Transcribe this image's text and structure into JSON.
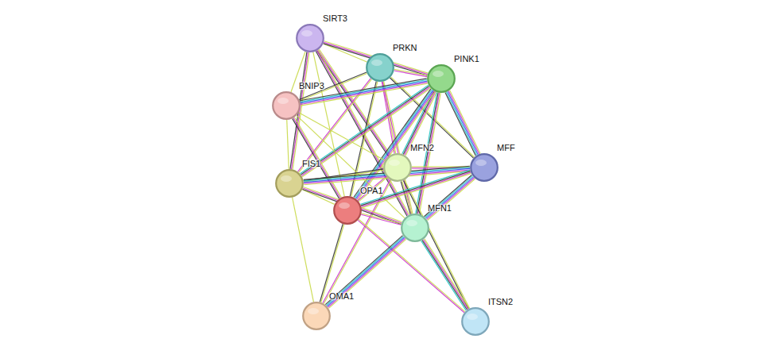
{
  "diagram": {
    "nodes": [
      {
        "text": [
          "SIRT3"
        ]
      },
      {
        "text": [
          "PRKN"
        ]
      },
      {
        "text": [
          "PINK1"
        ]
      },
      {
        "text": [
          "BNIP3"
        ]
      },
      {
        "text": [
          "MFN2"
        ]
      },
      {
        "text": [
          "MFF"
        ]
      },
      {
        "text": [
          "FIS1"
        ]
      },
      {
        "text": [
          "OPA1"
        ]
      },
      {
        "text": [
          "MFN1"
        ]
      },
      {
        "text": [
          "OMA1"
        ]
      },
      {
        "text": [
          "ITSN2"
        ]
      }
    ],
    "edges": [
      {
        "from": 0,
        "to": 1,
        "arrow": "none"
      },
      {
        "from": 0,
        "to": 2,
        "arrow": "none"
      },
      {
        "from": 0,
        "to": 3,
        "arrow": "none"
      },
      {
        "from": 0,
        "to": 6,
        "arrow": "none"
      },
      {
        "from": 0,
        "to": 7,
        "arrow": "none"
      },
      {
        "from": 0,
        "to": 4,
        "arrow": "none"
      },
      {
        "from": 0,
        "to": 8,
        "arrow": "none"
      },
      {
        "from": 1,
        "to": 2,
        "arrow": "none"
      },
      {
        "from": 1,
        "to": 3,
        "arrow": "none"
      },
      {
        "from": 1,
        "to": 4,
        "arrow": "none"
      },
      {
        "from": 1,
        "to": 8,
        "arrow": "none"
      },
      {
        "from": 1,
        "to": 7,
        "arrow": "none"
      },
      {
        "from": 1,
        "to": 6,
        "arrow": "none"
      },
      {
        "from": 1,
        "to": 5,
        "arrow": "none"
      },
      {
        "from": 2,
        "to": 3,
        "arrow": "none"
      },
      {
        "from": 2,
        "to": 4,
        "arrow": "none"
      },
      {
        "from": 2,
        "to": 8,
        "arrow": "none"
      },
      {
        "from": 2,
        "to": 7,
        "arrow": "none"
      },
      {
        "from": 2,
        "to": 6,
        "arrow": "none"
      },
      {
        "from": 2,
        "to": 5,
        "arrow": "none"
      },
      {
        "from": 3,
        "to": 6,
        "arrow": "none"
      },
      {
        "from": 3,
        "to": 7,
        "arrow": "none"
      },
      {
        "from": 3,
        "to": 4,
        "arrow": "none"
      },
      {
        "from": 3,
        "to": 8,
        "arrow": "none"
      },
      {
        "from": 4,
        "to": 5,
        "arrow": "none"
      },
      {
        "from": 4,
        "to": 6,
        "arrow": "none"
      },
      {
        "from": 4,
        "to": 7,
        "arrow": "none"
      },
      {
        "from": 4,
        "to": 8,
        "arrow": "none"
      },
      {
        "from": 4,
        "to": 10,
        "arrow": "none"
      },
      {
        "from": 4,
        "to": 9,
        "arrow": "none"
      },
      {
        "from": 5,
        "to": 6,
        "arrow": "none"
      },
      {
        "from": 5,
        "to": 7,
        "arrow": "none"
      },
      {
        "from": 5,
        "to": 8,
        "arrow": "none"
      },
      {
        "from": 6,
        "to": 7,
        "arrow": "none"
      },
      {
        "from": 6,
        "to": 8,
        "arrow": "none"
      },
      {
        "from": 6,
        "to": 9,
        "arrow": "none"
      },
      {
        "from": 7,
        "to": 8,
        "arrow": "none"
      },
      {
        "from": 7,
        "to": 9,
        "arrow": "none"
      },
      {
        "from": 7,
        "to": 10,
        "arrow": "none"
      },
      {
        "from": 8,
        "to": 10,
        "arrow": "none"
      },
      {
        "from": 8,
        "to": 9,
        "arrow": "none"
      }
    ]
  }
}
